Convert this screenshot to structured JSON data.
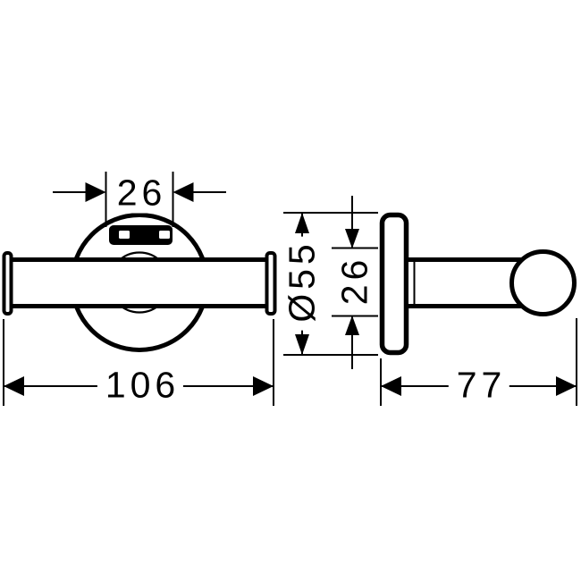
{
  "colors": {
    "background": "#ffffff",
    "line": "#000000"
  },
  "front_view": {
    "dim_slot_width": "26",
    "dim_overall_length": "106"
  },
  "side_view": {
    "dim_plate_diameter": "Ø55",
    "dim_bar_diameter": "26",
    "dim_projection": "77"
  }
}
